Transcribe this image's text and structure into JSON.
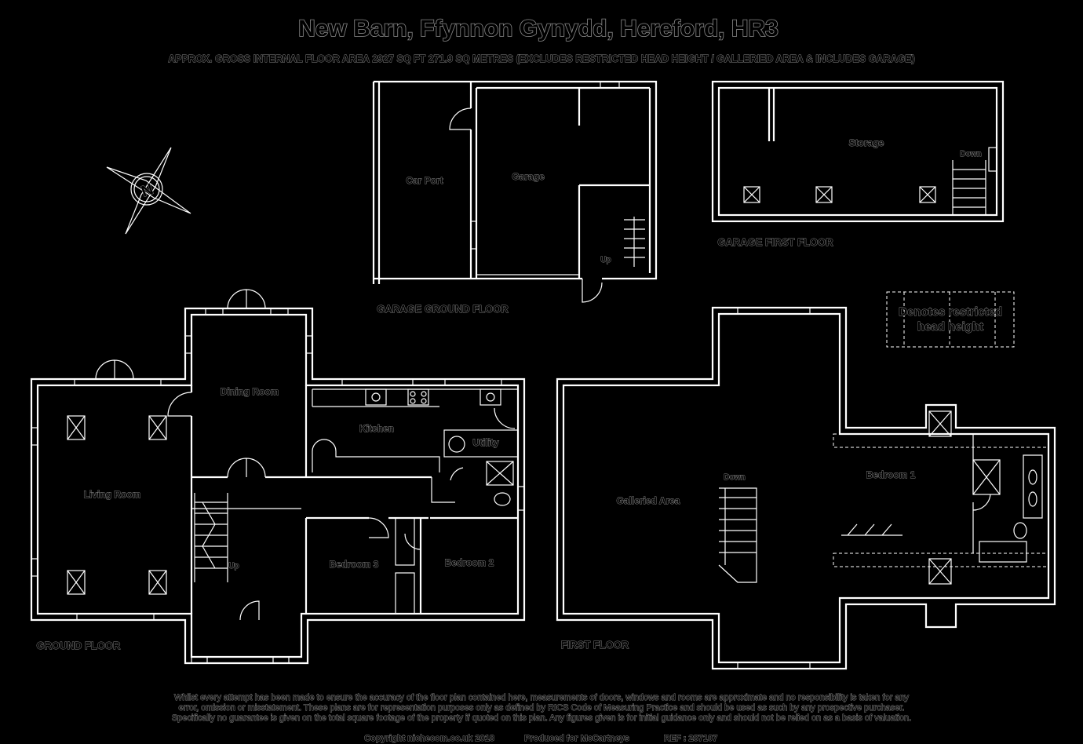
{
  "header": {
    "title": "New Barn, Ffynnon Gynydd, Hereford, HR3",
    "subtitle": "APPROX. GROSS INTERNAL FLOOR AREA 2927 SQ FT 271.9 SQ METRES (EXCLUDES RESTRICTED HEAD HEIGHT / GALLERIED AREA & INCLUDES GARAGE)"
  },
  "compass": {
    "label": "N"
  },
  "legend": {
    "line1": "Denotes restricted",
    "line2": "head height"
  },
  "floors": {
    "garage_ground": {
      "label": "GARAGE GROUND FLOOR",
      "rooms": {
        "car_port": "Car Port",
        "garage": "Garage"
      },
      "stairs": "Up"
    },
    "garage_first": {
      "label": "GARAGE FIRST FLOOR",
      "rooms": {
        "storage": "Storage"
      },
      "stairs": "Down"
    },
    "ground": {
      "label": "GROUND FLOOR",
      "rooms": {
        "living": "Living Room",
        "dining": "Dining Room",
        "kitchen": "Kitchen",
        "utility": "Utility",
        "bedroom3": "Bedroom 3",
        "bedroom2": "Bedroom 2"
      },
      "stairs": "Up"
    },
    "first": {
      "label": "FIRST FLOOR",
      "rooms": {
        "galleried": "Galleried Area",
        "bedroom1": "Bedroom 1"
      },
      "stairs": "Down"
    }
  },
  "footer": {
    "disclaimer1": "Whilst every attempt has been made to ensure the accuracy of the floor plan contained here, measurements of doors, windows and rooms are approximate and no responsibility is taken for any",
    "disclaimer2": "error, omission or misstatement. These plans are for representation purposes only as defined by RICS Code of Measuring Practice and should be used as such by any prospective purchaser.",
    "disclaimer3": "Specifically no guarantee is given on the total square footage of the property if quoted on this plan. Any figures given is for initial guidance only and should not be relied on as a basis of valuation.",
    "copyright": "Copyright nichecom.co.uk 2018",
    "produced": "Produced for McCartneys",
    "ref": "REF : 287107"
  }
}
